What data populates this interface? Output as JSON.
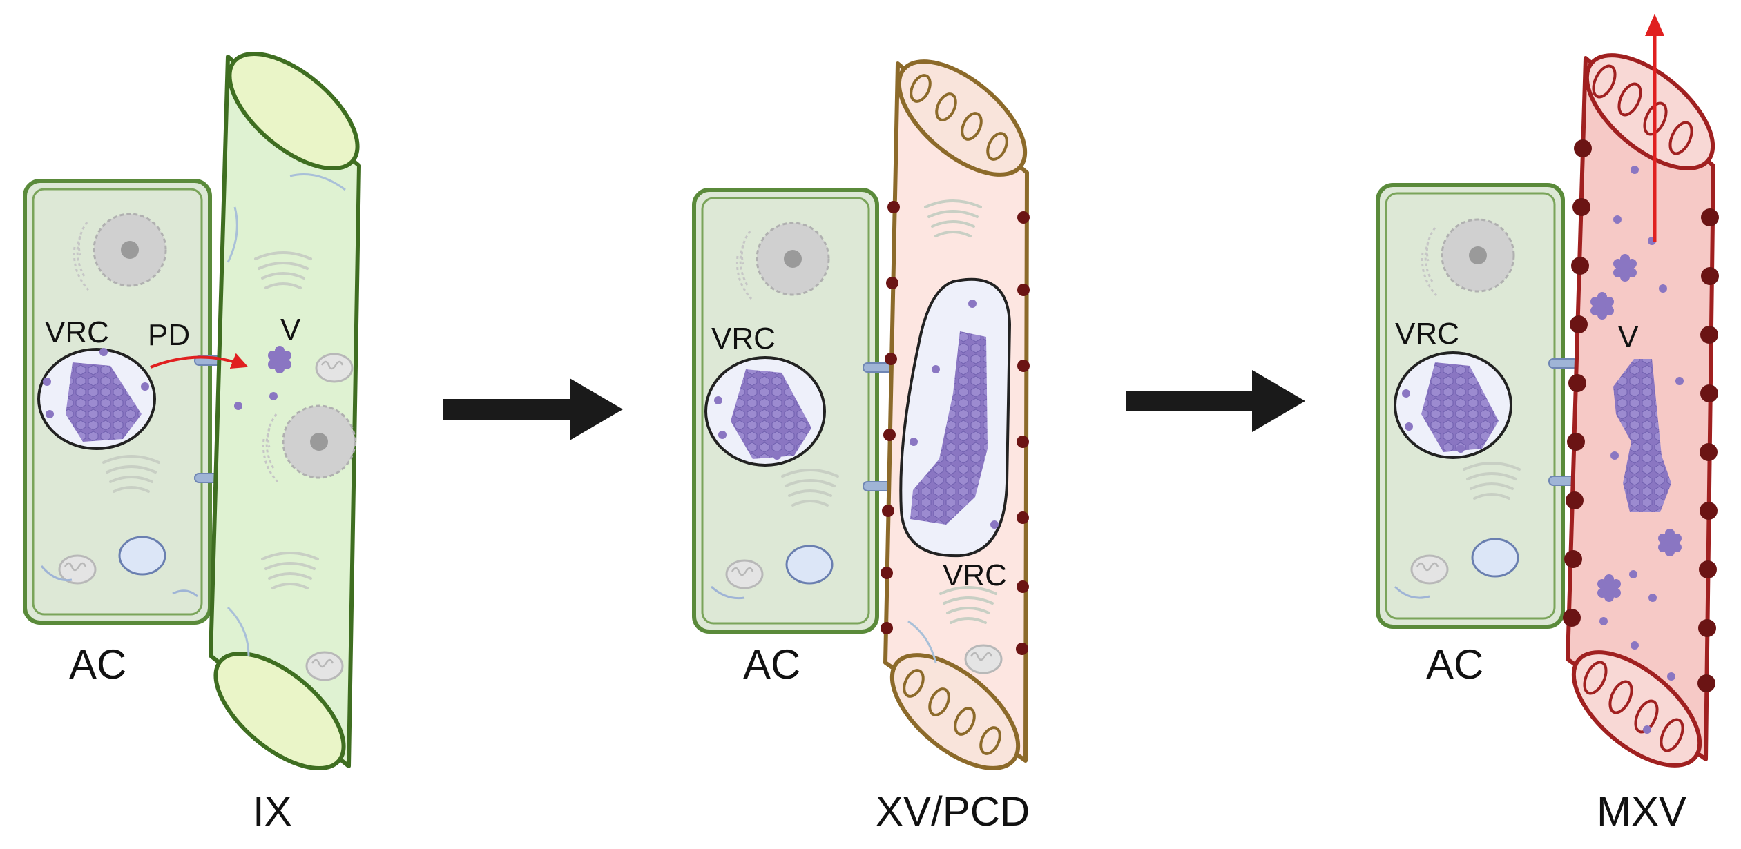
{
  "labels": {
    "vrc": "VRC",
    "pd": "PD",
    "v": "V",
    "ac": "AC",
    "ix": "IX",
    "xv_pcd": "XV/PCD",
    "mxv": "MXV"
  },
  "colors": {
    "adjacent_cell_fill": "#dde8d6",
    "adjacent_cell_border": "#5a8a3a",
    "ix_fill": "#dff2d2",
    "ix_border": "#3f6e21",
    "xv_fill": "#fde6e1",
    "xv_border": "#8c6a2a",
    "mxv_fill": "#f6c9c6",
    "mxv_border": "#a02020",
    "wall_dots": "#6b1414",
    "virus": "#8a76c2",
    "plasmodesmata": "#9fb4d6",
    "arrow": "#1a1a1a",
    "movement_arrow": "#e02020"
  }
}
